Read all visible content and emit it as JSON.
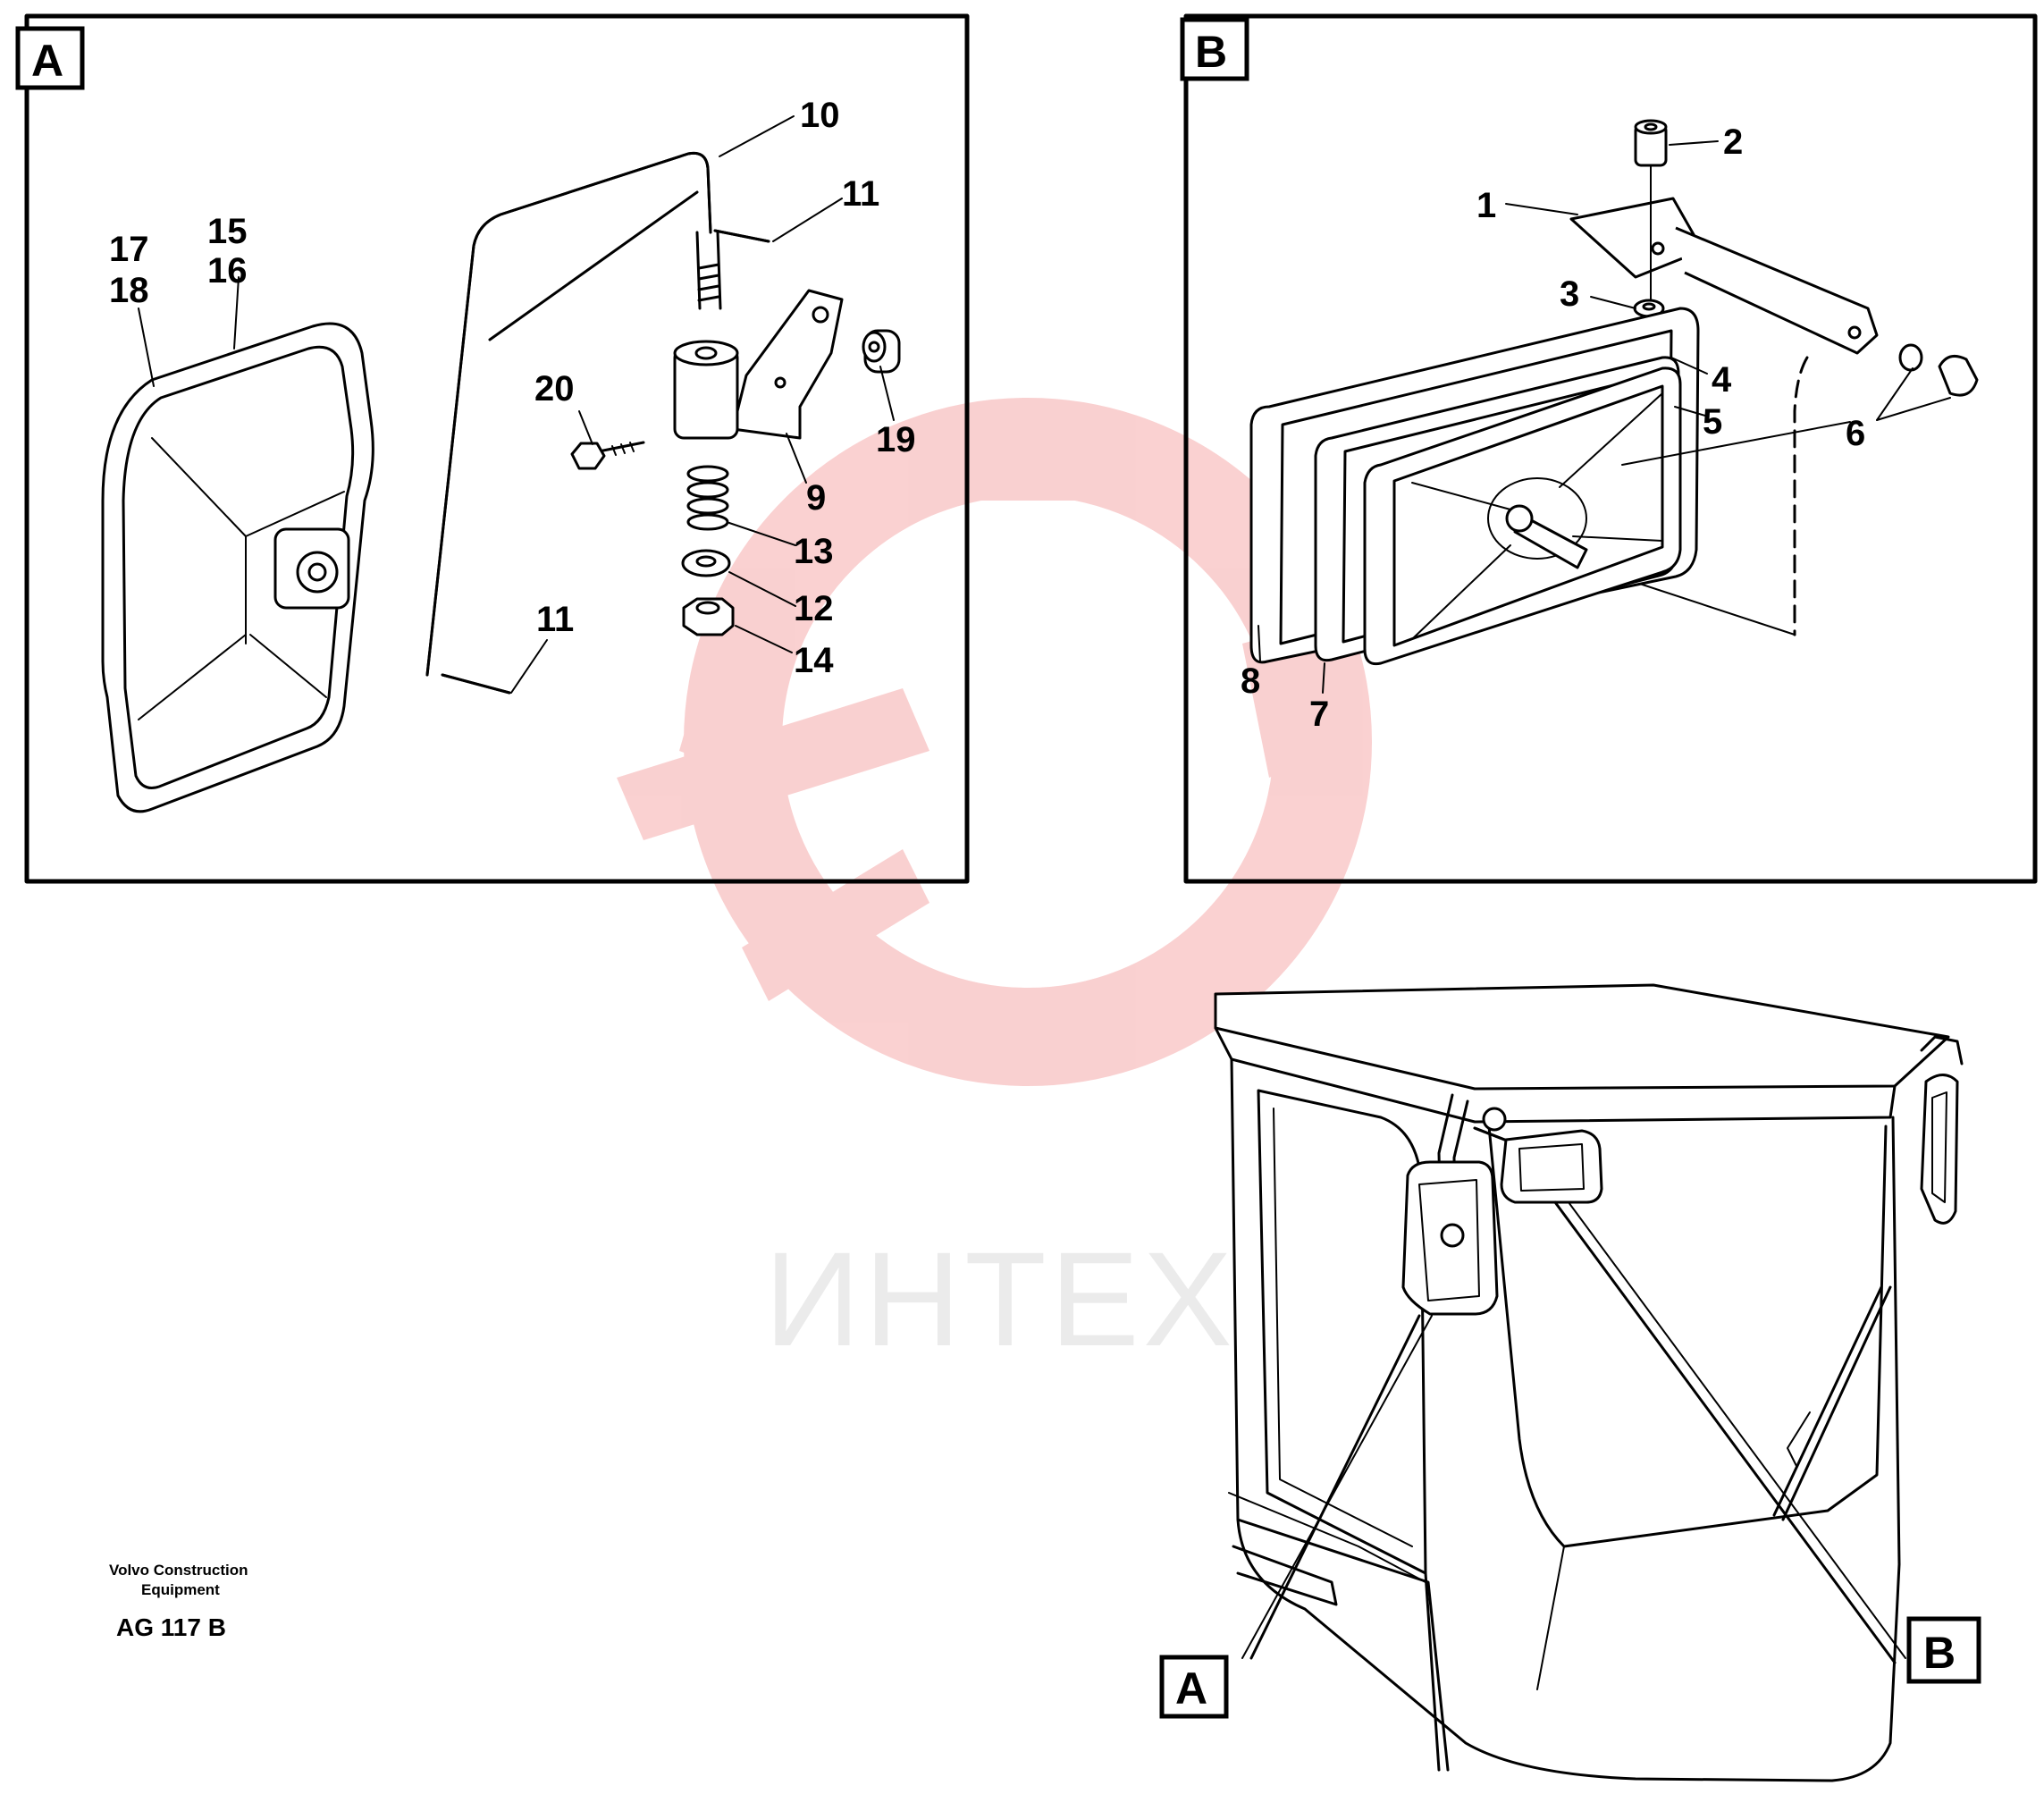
{
  "watermark": {
    "text": "ИНТЕХ",
    "color": "#f5a3a3",
    "text_color": "#d8d8d8"
  },
  "panel_a": {
    "letter": "A",
    "callouts": {
      "c10": "10",
      "c11_top": "11",
      "c15": "15",
      "c16": "16",
      "c17": "17",
      "c18": "18",
      "c20": "20",
      "c19": "19",
      "c9": "9",
      "c13": "13",
      "c12": "12",
      "c14": "14",
      "c11_bottom": "11"
    }
  },
  "panel_b": {
    "letter": "B",
    "callouts": {
      "c2": "2",
      "c1": "1",
      "c3": "3",
      "c4": "4",
      "c5": "5",
      "c6": "6",
      "c8": "8",
      "c7": "7"
    }
  },
  "overview": {
    "tag_a": "A",
    "tag_b": "B"
  },
  "footer": {
    "company_line1": "Volvo Construction",
    "company_line2": "Equipment",
    "code": "AG 117 B"
  }
}
